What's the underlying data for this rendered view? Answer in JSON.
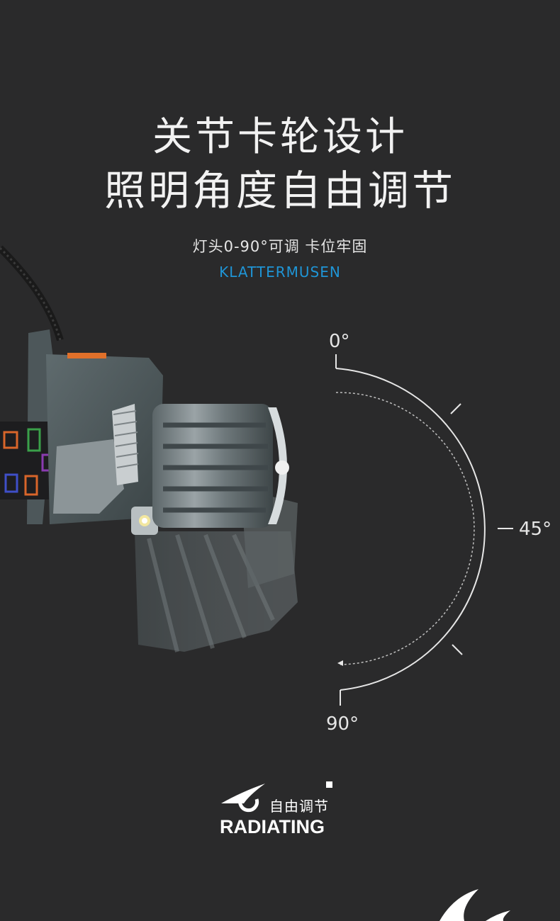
{
  "headline": {
    "line1": "关节卡轮设计",
    "line2": "照明角度自由调节"
  },
  "subtitle": "灯头0-90°可调  卡位牢固",
  "brand": "KLATTERMUSEN",
  "dial": {
    "label_start": "0°",
    "label_mid": "45°",
    "label_end": "90°"
  },
  "badge": {
    "title_cn": "自由调节",
    "title_en": "RADIATING"
  },
  "colors": {
    "background": "#2a2a2b",
    "accent_blue": "#1f95d6",
    "text_white": "#f2f2f2"
  }
}
